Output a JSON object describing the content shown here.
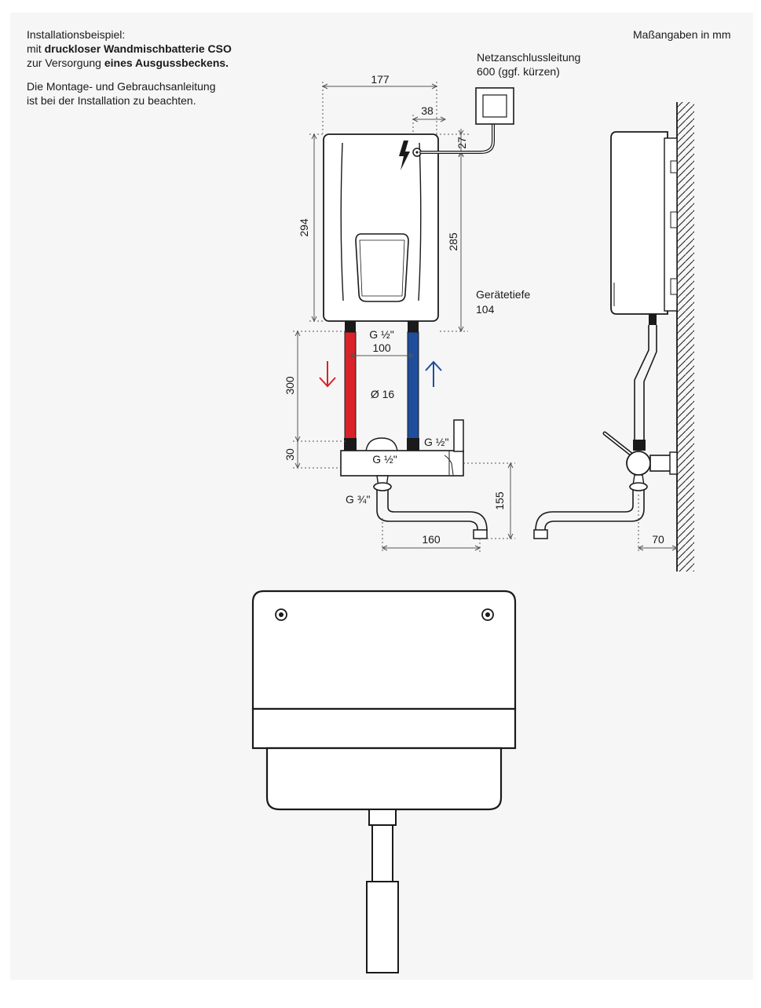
{
  "intro": {
    "line1": "Installationsbeispiel:",
    "line2_prefix": "mit ",
    "line2_bold": "druckloser Wandmischbatterie CSO",
    "line3_prefix": "zur Versorgung ",
    "line3_bold": "eines Ausgussbeckens.",
    "note1": "Die Montage- und Gebrauchsanleitung",
    "note2": "ist bei der Installation zu beachten."
  },
  "units_note": "Maßangaben in mm",
  "labels": {
    "mains_cable_1": "Netzanschlussleitung",
    "mains_cable_2": "600 (ggf. kürzen)",
    "device_depth_1": "Gerätetiefe",
    "device_depth_2": "104",
    "thread_half_top": "G ½\"",
    "thread_half_right": "G ½\"",
    "thread_half_mixer": "G ½\"",
    "thread_three_quarter": "G ¾\"",
    "pipe_diameter": "Ø 16"
  },
  "dimensions": {
    "width": "177",
    "cable_offset": "38",
    "top_offset": "27",
    "height": "294",
    "connection_height": "285",
    "pipe_spacing": "100",
    "pipe_length": "300",
    "mixer_height": "30",
    "spout_height": "155",
    "spout_reach": "160",
    "wall_distance": "70"
  },
  "colors": {
    "hot": "#d8232a",
    "cold": "#1f4e9c",
    "line": "#1a1a1a",
    "dim": "#555555"
  }
}
